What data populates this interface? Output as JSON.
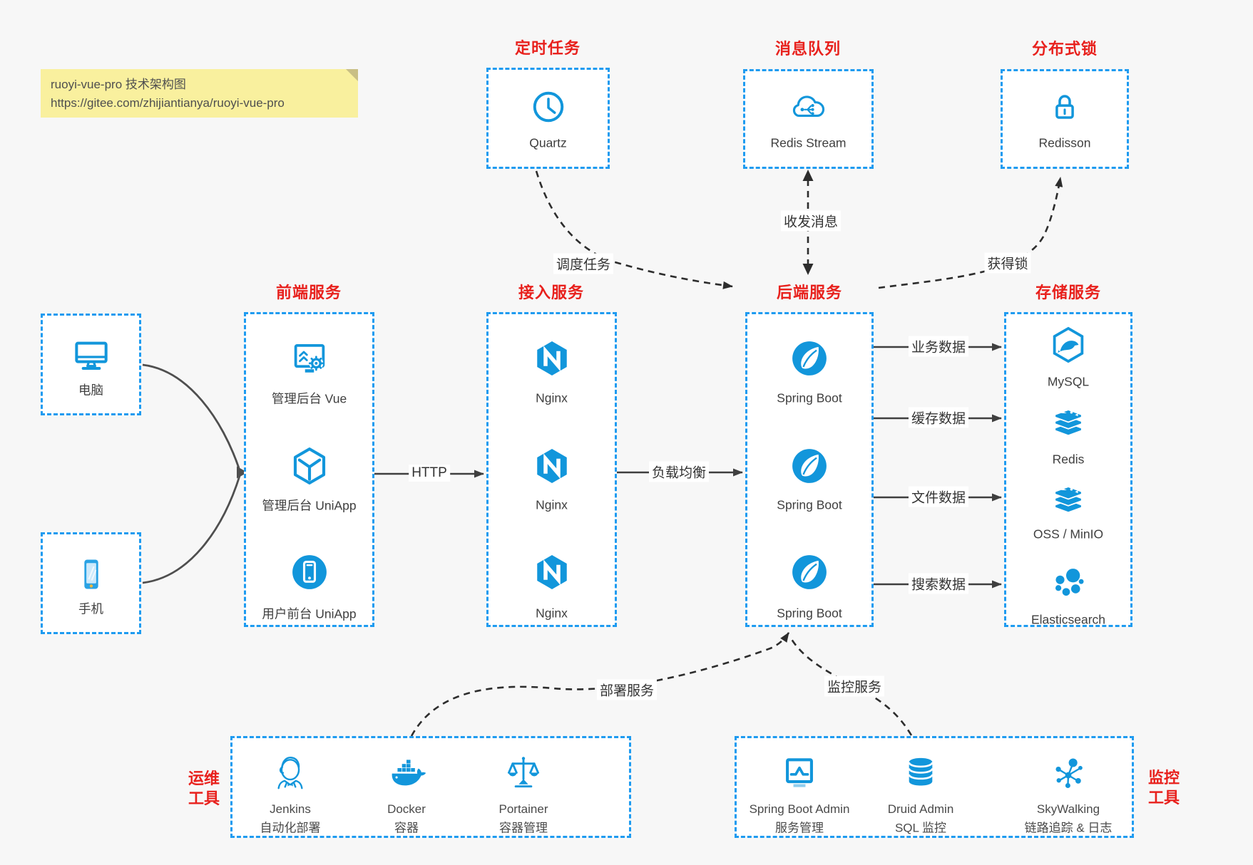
{
  "note": {
    "line1": "ruoyi-vue-pro 技术架构图",
    "line2": "https://gitee.com/zhijiantianya/ruoyi-vue-pro"
  },
  "colors": {
    "icon_blue": "#1296db",
    "dashed_border_blue": "#1e9bf0",
    "title_red": "#e8211d",
    "note_yellow": "#f9f09e",
    "background": "#f7f7f7"
  },
  "top_services": [
    {
      "title": "定时任务",
      "label": "Quartz",
      "icon": "clock-icon"
    },
    {
      "title": "消息队列",
      "label": "Redis Stream",
      "icon": "cloud-stream-icon"
    },
    {
      "title": "分布式锁",
      "label": "Redisson",
      "icon": "lock-icon"
    }
  ],
  "clients": [
    {
      "label": "电脑",
      "icon": "desktop-icon"
    },
    {
      "label": "手机",
      "icon": "mobile-icon"
    }
  ],
  "columns": {
    "frontend": {
      "title": "前端服务",
      "items": [
        "管理后台 Vue",
        "管理后台 UniApp",
        "用户前台 UniApp"
      ]
    },
    "access": {
      "title": "接入服务",
      "items": [
        "Nginx",
        "Nginx",
        "Nginx"
      ]
    },
    "backend": {
      "title": "后端服务",
      "items": [
        "Spring Boot",
        "Spring Boot",
        "Spring Boot"
      ]
    },
    "storage": {
      "title": "存储服务",
      "items": [
        "MySQL",
        "Redis",
        "OSS / MinIO",
        "Elasticsearch"
      ]
    }
  },
  "edges": {
    "http": "HTTP",
    "load_balance": "负载均衡",
    "schedule": "调度任务",
    "messages": "收发消息",
    "lock": "获得锁",
    "business_data": "业务数据",
    "cache_data": "缓存数据",
    "file_data": "文件数据",
    "search_data": "搜索数据",
    "deploy": "部署服务",
    "monitor": "监控服务"
  },
  "ops": {
    "title_line1": "运维",
    "title_line2": "工具",
    "items": [
      {
        "name": "Jenkins",
        "desc": "自动化部署",
        "icon": "jenkins-icon"
      },
      {
        "name": "Docker",
        "desc": "容器",
        "icon": "docker-icon"
      },
      {
        "name": "Portainer",
        "desc": "容器管理",
        "icon": "portainer-icon"
      }
    ]
  },
  "monitoring": {
    "title_line1": "监控",
    "title_line2": "工具",
    "items": [
      {
        "name": "Spring Boot Admin",
        "desc": "服务管理",
        "icon": "monitor-chart-icon"
      },
      {
        "name": "Druid Admin",
        "desc": "SQL 监控",
        "icon": "database-icon"
      },
      {
        "name": "SkyWalking",
        "desc": "链路追踪 & 日志",
        "icon": "topology-icon"
      }
    ]
  }
}
